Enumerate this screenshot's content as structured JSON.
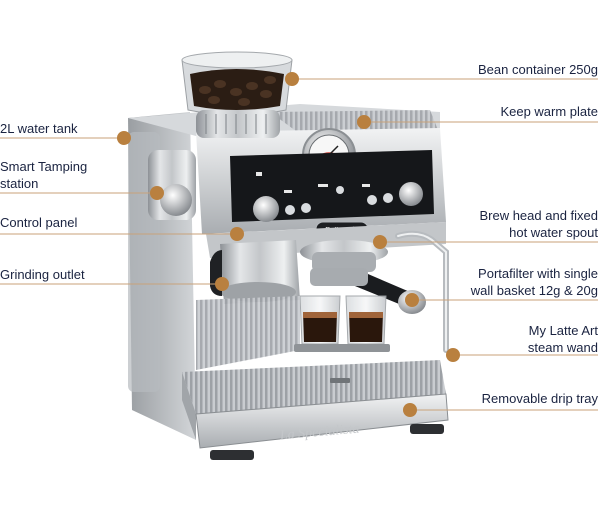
{
  "colors": {
    "leader_line": "#c8a27a",
    "dot": "#b9803f",
    "label_text": "#1a2340"
  },
  "product": {
    "brand_badge": "De'Longhi",
    "base_engraving": "La Specialista"
  },
  "callouts": {
    "bean_container": {
      "lines": [
        "Bean container 250g"
      ]
    },
    "keep_warm_plate": {
      "lines": [
        "Keep warm plate"
      ]
    },
    "water_tank": {
      "lines": [
        "2L water tank"
      ]
    },
    "smart_tamping": {
      "lines": [
        "Smart Tamping",
        "station"
      ]
    },
    "control_panel": {
      "lines": [
        "Control panel"
      ]
    },
    "brew_head": {
      "lines": [
        "Brew head and fixed",
        "hot water spout"
      ]
    },
    "grinding_outlet": {
      "lines": [
        "Grinding outlet"
      ]
    },
    "portafilter": {
      "lines": [
        "Portafilter with single",
        "wall basket 12g & 20g"
      ]
    },
    "steam_wand": {
      "lines": [
        "My Latte Art",
        "steam wand"
      ]
    },
    "drip_tray": {
      "lines": [
        "Removable drip tray"
      ]
    }
  }
}
